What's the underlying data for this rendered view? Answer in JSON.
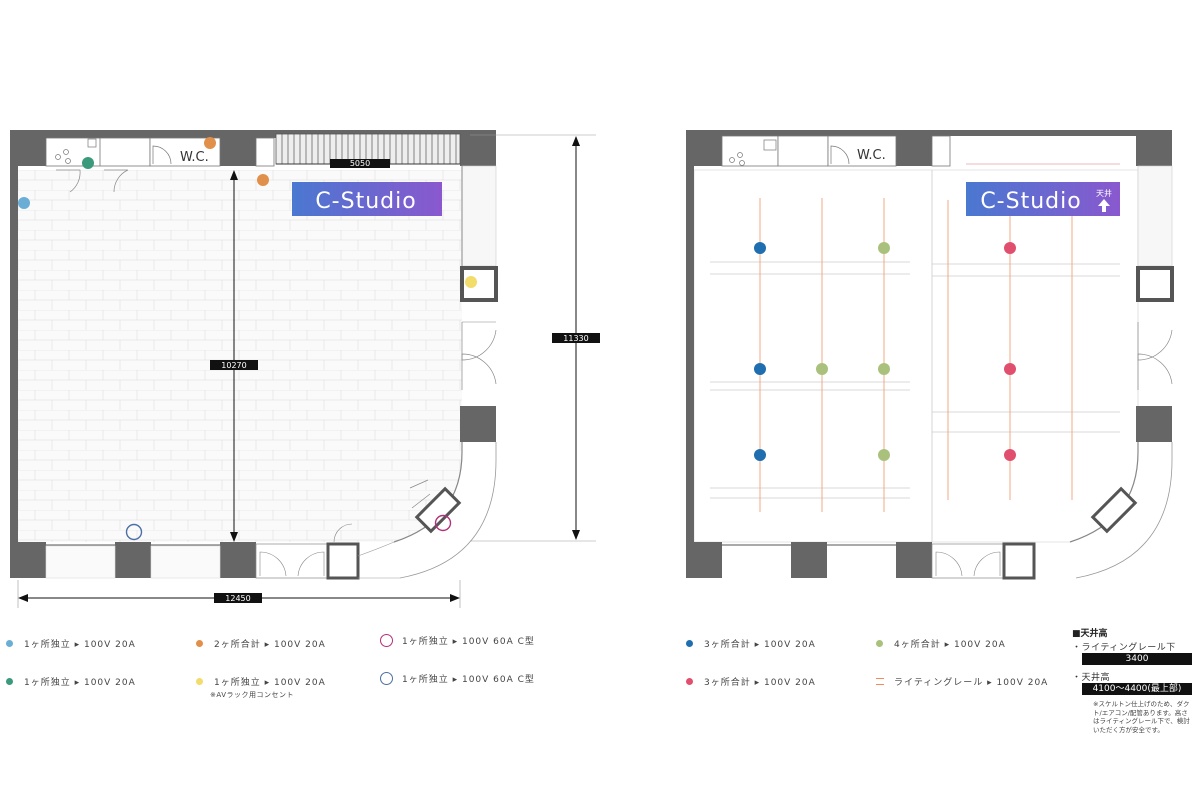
{
  "left_plan": {
    "wc_label": "W.C.",
    "studio_title": "C-Studio",
    "dim_stair": "5050",
    "dim_height_inner": "10270",
    "dim_height_outer": "11330",
    "dim_width": "12450"
  },
  "right_plan": {
    "wc_label": "W.C.",
    "studio_title": "C-Studio",
    "ceiling_badge": "天井"
  },
  "legend_left": [
    {
      "label": "1ヶ所独立 ▸ 100V 20A",
      "color": "#6aaed6",
      "kind": "dot"
    },
    {
      "label": "2ヶ所合計 ▸ 100V 20A",
      "color": "#e0904a",
      "kind": "dot"
    },
    {
      "label": "1ヶ所独立 ▸ 100V 60A C型",
      "color": "#b5307a",
      "kind": "ring"
    },
    {
      "label": "1ヶ所独立 ▸ 100V 20A",
      "color": "#3b9a7c",
      "kind": "dot"
    },
    {
      "label": "1ヶ所独立 ▸ 100V 20A",
      "color": "#f2dc6a",
      "kind": "dot"
    },
    {
      "label": "1ヶ所独立 ▸ 100V 60A C型",
      "color": "#4c6fa5",
      "kind": "ring"
    }
  ],
  "legend_left_note": "※AVラック用コンセント",
  "legend_right": [
    {
      "label": "3ヶ所合計 ▸ 100V 20A",
      "color": "#1f6fb0",
      "kind": "dot"
    },
    {
      "label": "4ヶ所合計 ▸ 100V 20A",
      "color": "#a9c17d",
      "kind": "dot"
    },
    {
      "label": "3ヶ所合計 ▸ 100V 20A",
      "color": "#e0506e",
      "kind": "dot"
    },
    {
      "label": "ライティングレール ▸ 100V 20A",
      "color": "#f08a5d",
      "kind": "rail"
    }
  ],
  "ceiling_height": {
    "title": "■天井高",
    "rail_label": "・ライティングレール下",
    "rail_value": "3400",
    "ceiling_label": "・天井高",
    "ceiling_value": "4100〜4400(最上部)",
    "note": "※スケルトン仕上げのため、ダクト/エアコン/配管あります。高さはライティングレール下で、検討いただく方が安全です。"
  }
}
